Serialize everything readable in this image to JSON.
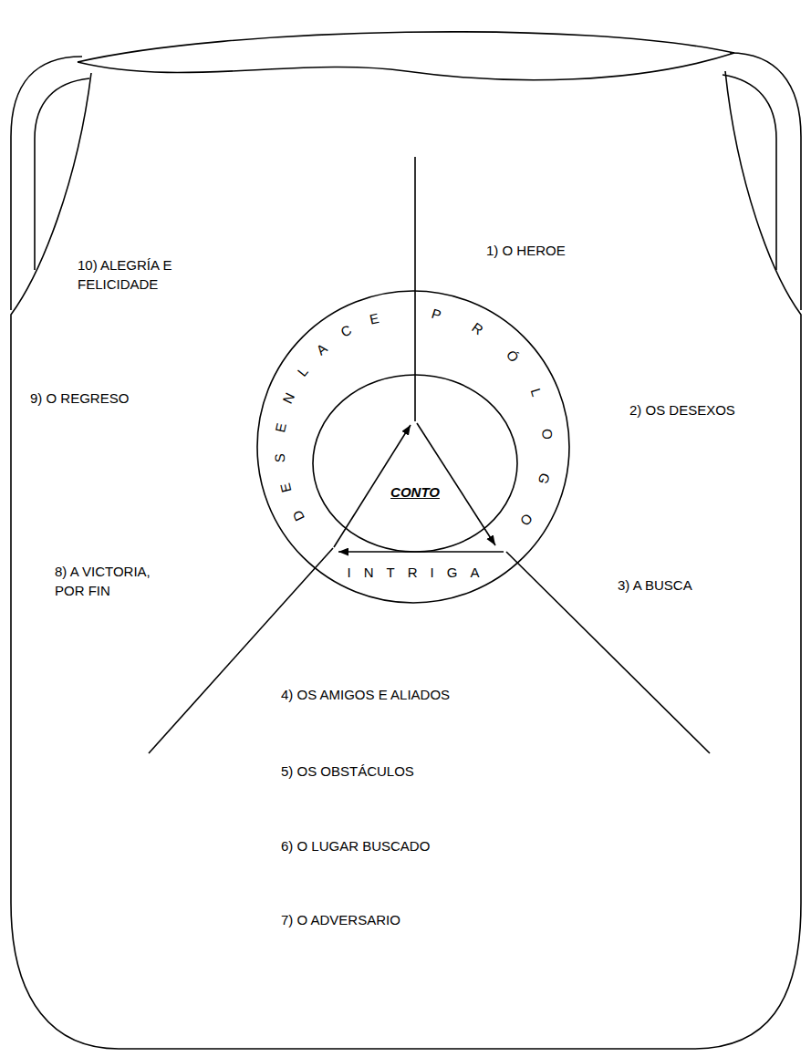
{
  "diagram": {
    "nodes": [
      {
        "text": [
          "PRÓLOGO",
          "INTRIGA",
          "DESENLACE"
        ]
      },
      {
        "text": [
          "CONTO"
        ],
        "in": 0
      }
    ],
    "labels": [
      "1) O HEROE",
      "2) OS DESEXOS",
      "3) A BUSCA",
      "4) OS AMIGOS E ALIADOS",
      "5) OS OBSTÁCULOS",
      "6) O LUGAR BUSCADO",
      "7) O ADVERSARIO",
      "8) A VICTORIA, POR FIN",
      "9) O REGRESO",
      "10) ALEGRÍA E FELICIDADE"
    ]
  }
}
